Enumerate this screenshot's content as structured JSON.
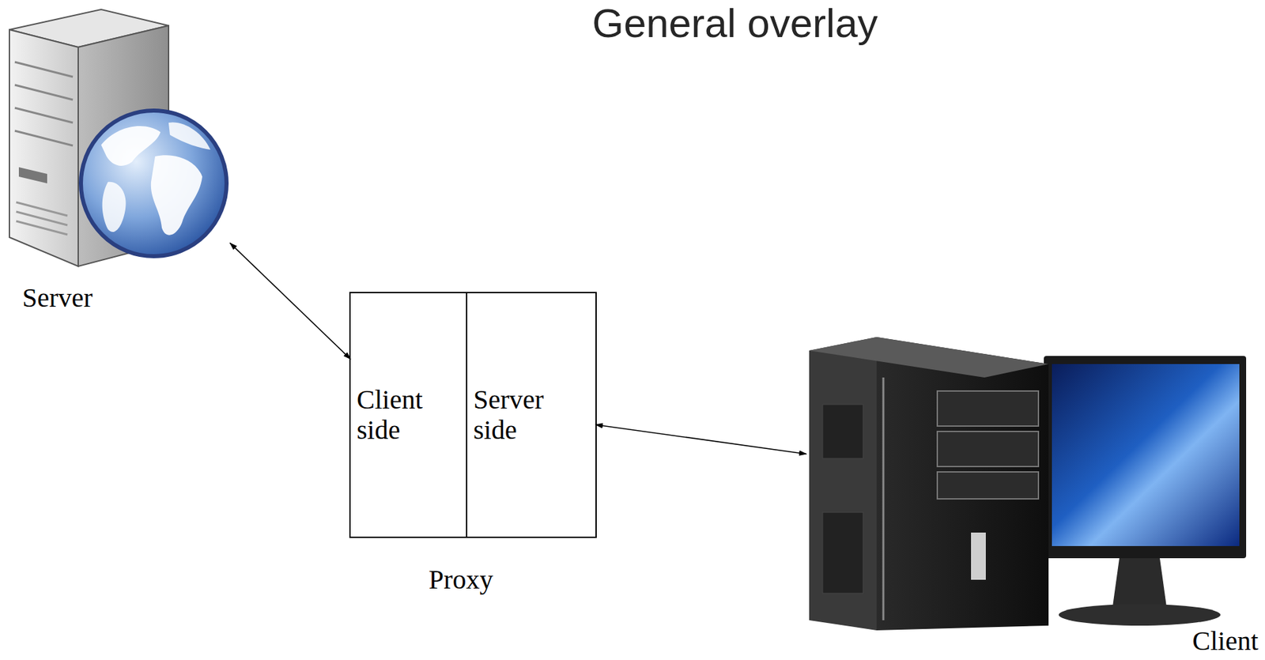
{
  "diagram": {
    "title": "General overlay",
    "nodes": [
      {
        "text": [
          "Server"
        ]
      },
      {
        "text": [
          "Proxy"
        ]
      },
      {
        "text": [
          "Client side"
        ],
        "in": 1
      },
      {
        "text": [
          "Server side"
        ],
        "in": 1
      },
      {
        "text": [
          "Client"
        ]
      }
    ],
    "edges": [
      {
        "from": 0,
        "to": 2,
        "arrow": "both"
      },
      {
        "from": 3,
        "to": 4,
        "arrow": "both"
      }
    ]
  }
}
